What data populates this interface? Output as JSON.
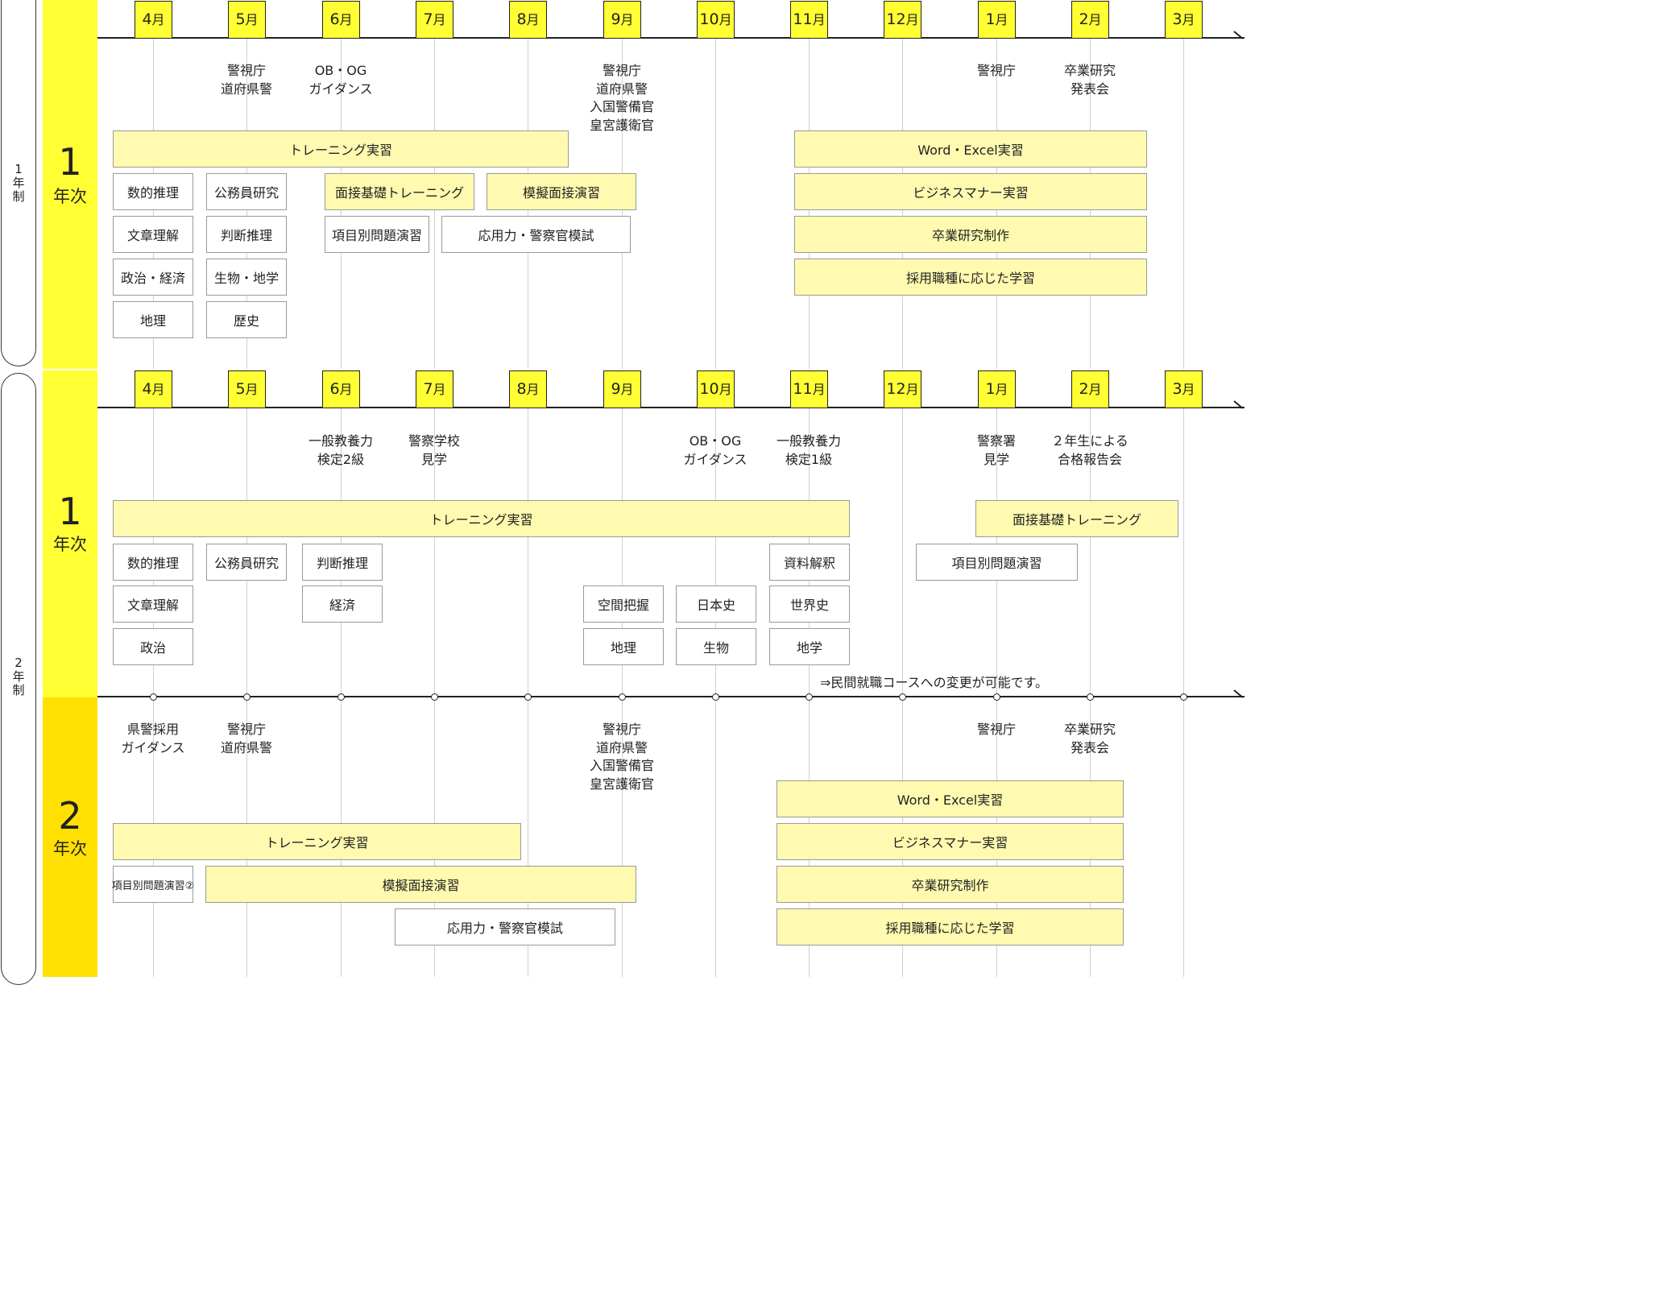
{
  "side_labels": {
    "one_year": "1年制",
    "two_year": "2年制"
  },
  "year_labels": [
    {
      "num": "1",
      "kanji": "年次"
    },
    {
      "num": "1",
      "kanji": "年次"
    },
    {
      "num": "2",
      "kanji": "年次"
    }
  ],
  "months": [
    "4",
    "5",
    "6",
    "7",
    "8",
    "9",
    "10",
    "11",
    "12",
    "1",
    "2",
    "3"
  ],
  "month_unit": "月",
  "sec1": {
    "events": [
      {
        "m": 1,
        "t": "警視庁\n道府県警"
      },
      {
        "m": 2,
        "t": "OB・OG\nガイダンス"
      },
      {
        "m": 5,
        "t": "警視庁\n道府県警\n入国警備官\n皇宮護衛官"
      },
      {
        "m": 9,
        "t": "警視庁"
      },
      {
        "m": 10,
        "t": "卒業研究\n発表会"
      }
    ],
    "courses": [
      "トレーニング実習",
      "数的推理",
      "公務員研究",
      "面接基礎トレーニング",
      "模擬面接演習",
      "文章理解",
      "判断推理",
      "項目別問題演習",
      "応用力・警察官模試",
      "政治・経済",
      "生物・地学",
      "地理",
      "歴史",
      "Word・Excel実習",
      "ビジネスマナー実習",
      "卒業研究制作",
      "採用職種に応じた学習"
    ]
  },
  "sec2": {
    "events": [
      {
        "m": 2,
        "t": "一般教養力\n検定2級"
      },
      {
        "m": 3,
        "t": "警察学校\n見学"
      },
      {
        "m": 6,
        "t": "OB・OG\nガイダンス"
      },
      {
        "m": 7,
        "t": "一般教養力\n検定1級"
      },
      {
        "m": 9,
        "t": "警察署\n見学"
      },
      {
        "m": 10,
        "t": "２年生による\n合格報告会"
      }
    ],
    "courses": [
      "トレーニング実習",
      "面接基礎トレーニング",
      "数的推理",
      "公務員研究",
      "判断推理",
      "資料解釈",
      "項目別問題演習",
      "文章理解",
      "経済",
      "空間把握",
      "日本史",
      "世界史",
      "政治",
      "地理",
      "生物",
      "地学"
    ],
    "note": "⇒民間就職コースへの変更が可能です。"
  },
  "sec3": {
    "events": [
      {
        "m": 0,
        "t": "県警採用\nガイダンス"
      },
      {
        "m": 1,
        "t": "警視庁\n道府県警"
      },
      {
        "m": 5,
        "t": "警視庁\n道府県警\n入国警備官\n皇宮護衛官"
      },
      {
        "m": 9,
        "t": "警視庁"
      },
      {
        "m": 10,
        "t": "卒業研究\n発表会"
      }
    ],
    "courses": [
      "Word・Excel実習",
      "トレーニング実習",
      "ビジネスマナー実習",
      "項目別問題演習②",
      "模擬面接演習",
      "卒業研究制作",
      "応用力・警察官模試",
      "採用職種に応じた学習"
    ]
  },
  "colors": {
    "band_year1": "#ffff33",
    "band_year2": "#ffe000",
    "month_box": "#ffff33",
    "course_highlight": "#fffab0"
  }
}
